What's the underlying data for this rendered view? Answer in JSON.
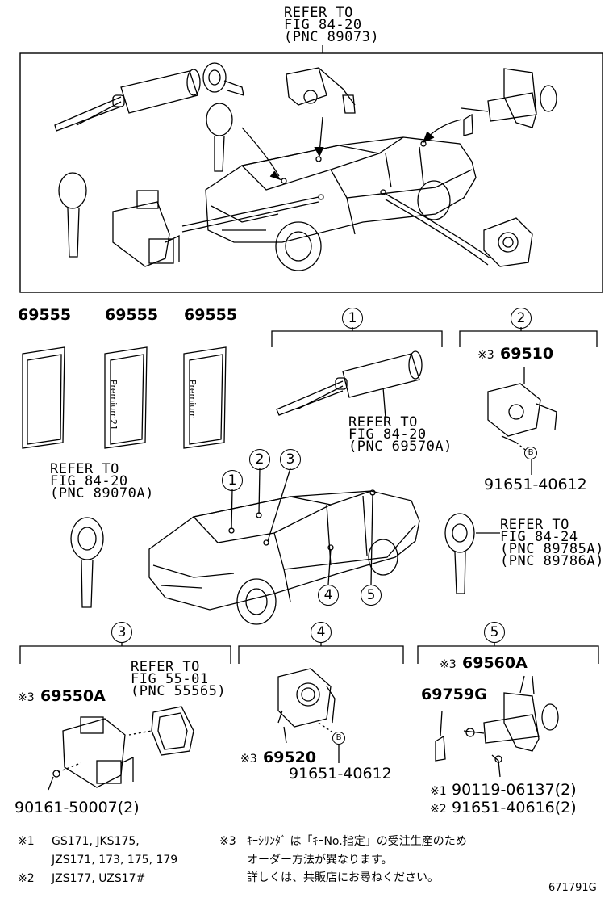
{
  "top_ref": {
    "line1": "REFER TO",
    "line2": "FIG 84-20",
    "line3": "(PNC 89073)"
  },
  "key_cards": [
    {
      "part": "69555",
      "text": ""
    },
    {
      "part": "69555",
      "text": "Premium21"
    },
    {
      "part": "69555",
      "text": "Premium"
    }
  ],
  "groups": {
    "g1": {
      "num": "1",
      "ref1": "REFER TO",
      "ref2": "FIG 84-20",
      "ref3": "(PNC 69570A)"
    },
    "g2": {
      "num": "2",
      "mark": "※3",
      "part": "69510",
      "bolt": "91651-40612",
      "b": "B"
    },
    "g3": {
      "num": "3",
      "mark": "※3",
      "part": "69550A",
      "ref1": "REFER TO",
      "ref2": "FIG 55-01",
      "ref3": "(PNC 55565)",
      "screw": "90161-50007(2)"
    },
    "g4": {
      "num": "4",
      "mark": "※3",
      "part": "69520",
      "bolt": "91651-40612",
      "b": "B"
    },
    "g5": {
      "num": "5",
      "mark": "※3",
      "part": "69560A",
      "part2": "69759G",
      "m1": "※1",
      "bolt1": "90119-06137(2)",
      "m2": "※2",
      "bolt2": "91651-40616(2)"
    }
  },
  "key_ref_left": {
    "line1": "REFER TO",
    "line2": "FIG 84-20",
    "line3": "(PNC 89070A)"
  },
  "key_ref_right": {
    "line1": "REFER TO",
    "line2": "FIG 84-24",
    "line3": "(PNC 89785A)",
    "line4": "(PNC 89786A)"
  },
  "car_callouts": [
    "1",
    "2",
    "3",
    "4",
    "5"
  ],
  "notes": {
    "n1_mark": "※1",
    "n1_line1": "GS171, JKS175,",
    "n1_line2": "JZS171, 173, 175, 179",
    "n2_mark": "※2",
    "n2_line1": "JZS177, UZS17#",
    "n3_mark": "※3",
    "n3_line1": "ｷｰｼﾘﾝﾀﾞ は「ｷｰNo.指定」の受注生産のため",
    "n3_line2": "オーダー方法が異なります。",
    "n3_line3": "詳しくは、共販店にお尋ねください。"
  },
  "figure_id": "671791G"
}
